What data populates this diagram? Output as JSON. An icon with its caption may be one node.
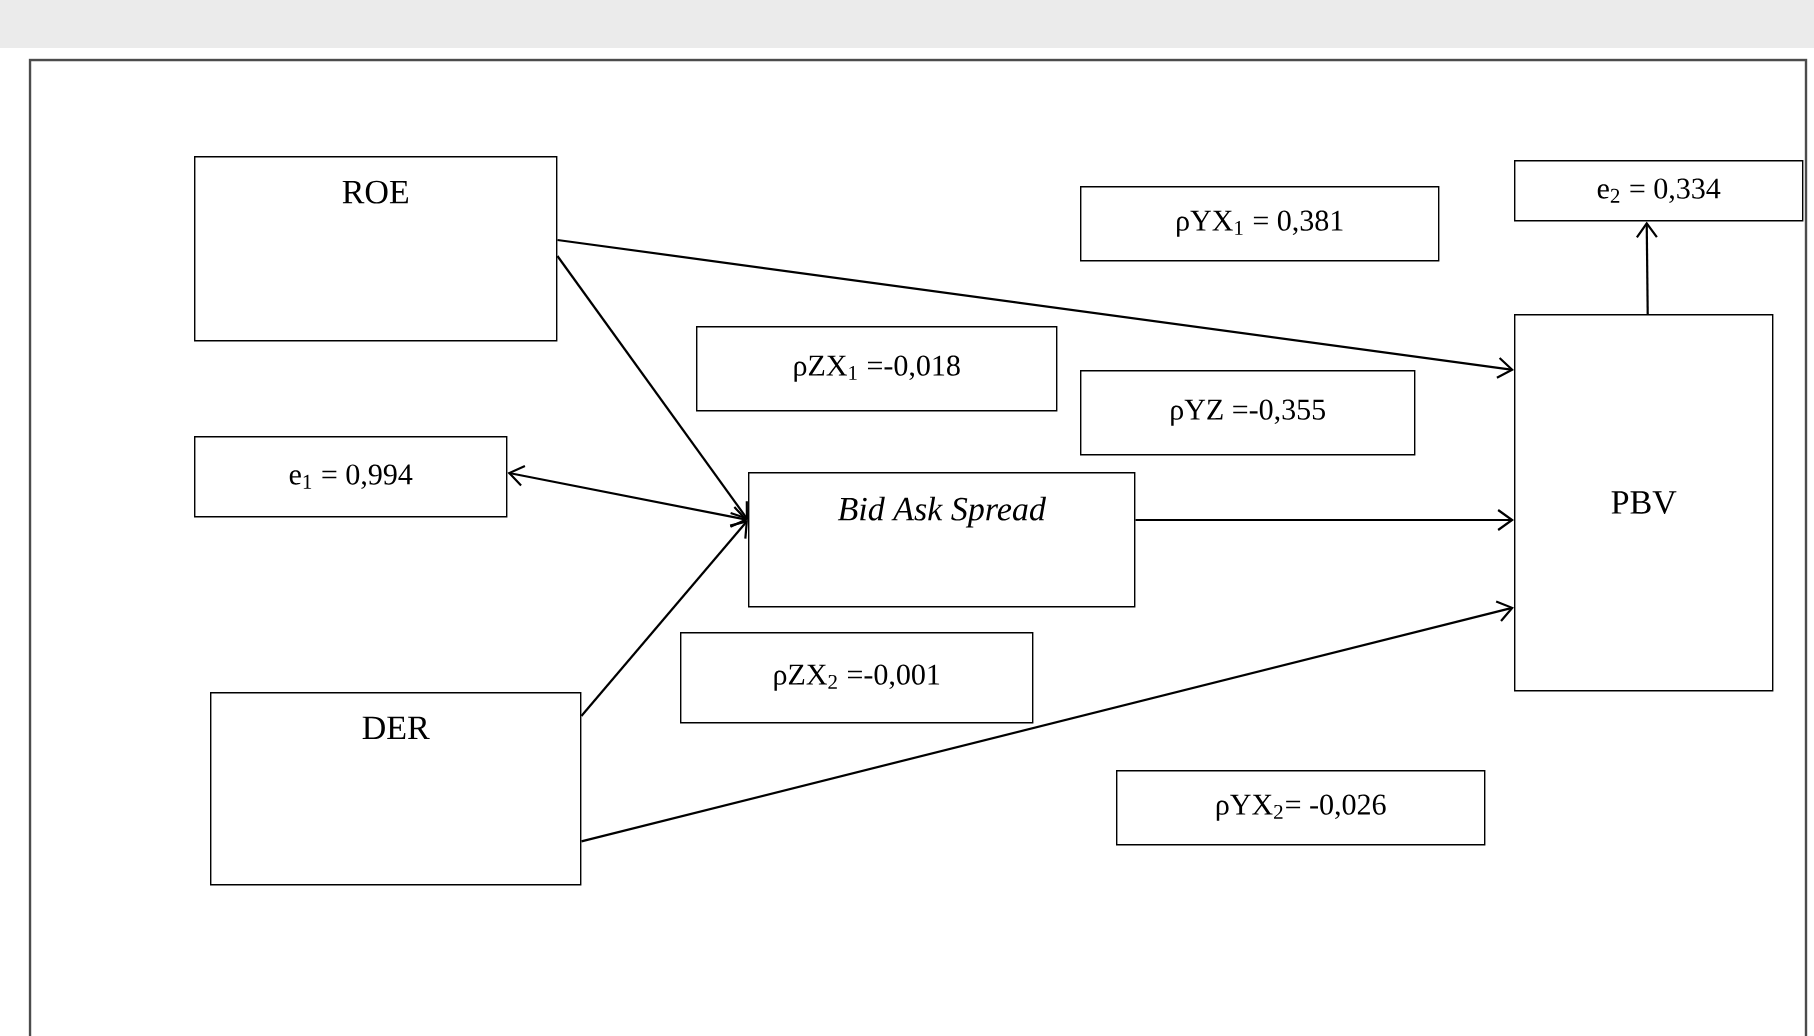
{
  "diagram": {
    "nodes": [
      {
        "text": [
          "ROE"
        ]
      },
      {
        "text": [
          "e$_{1}$ = 0,994"
        ]
      },
      {
        "text": [
          "Bid Ask Spread"
        ]
      },
      {
        "text": [
          "DER"
        ]
      },
      {
        "text": [
          "PBV"
        ]
      },
      {
        "text": [
          "e$_{2}$ = 0,334"
        ]
      },
      {
        "text": [
          "ρYX$_{1}$ = 0,381"
        ]
      },
      {
        "text": [
          "ρZX$_{1}$ =-0,018"
        ]
      },
      {
        "text": [
          "ρYZ =-0,355"
        ]
      },
      {
        "text": [
          "ρZX$_{2}$ =-0,001"
        ]
      },
      {
        "text": [
          "ρYX$_{2}$= -0,026"
        ]
      }
    ],
    "edges": [
      {
        "from": 0,
        "to": 4,
        "arrow": "to"
      },
      {
        "from": 0,
        "to": 2,
        "arrow": "to"
      },
      {
        "from": 1,
        "to": 2,
        "arrow": "both"
      },
      {
        "from": 3,
        "to": 2,
        "arrow": "to"
      },
      {
        "from": 2,
        "to": 4,
        "arrow": "to"
      },
      {
        "from": 3,
        "to": 4,
        "arrow": "to"
      },
      {
        "from": 4,
        "to": 5,
        "arrow": "to"
      }
    ]
  }
}
